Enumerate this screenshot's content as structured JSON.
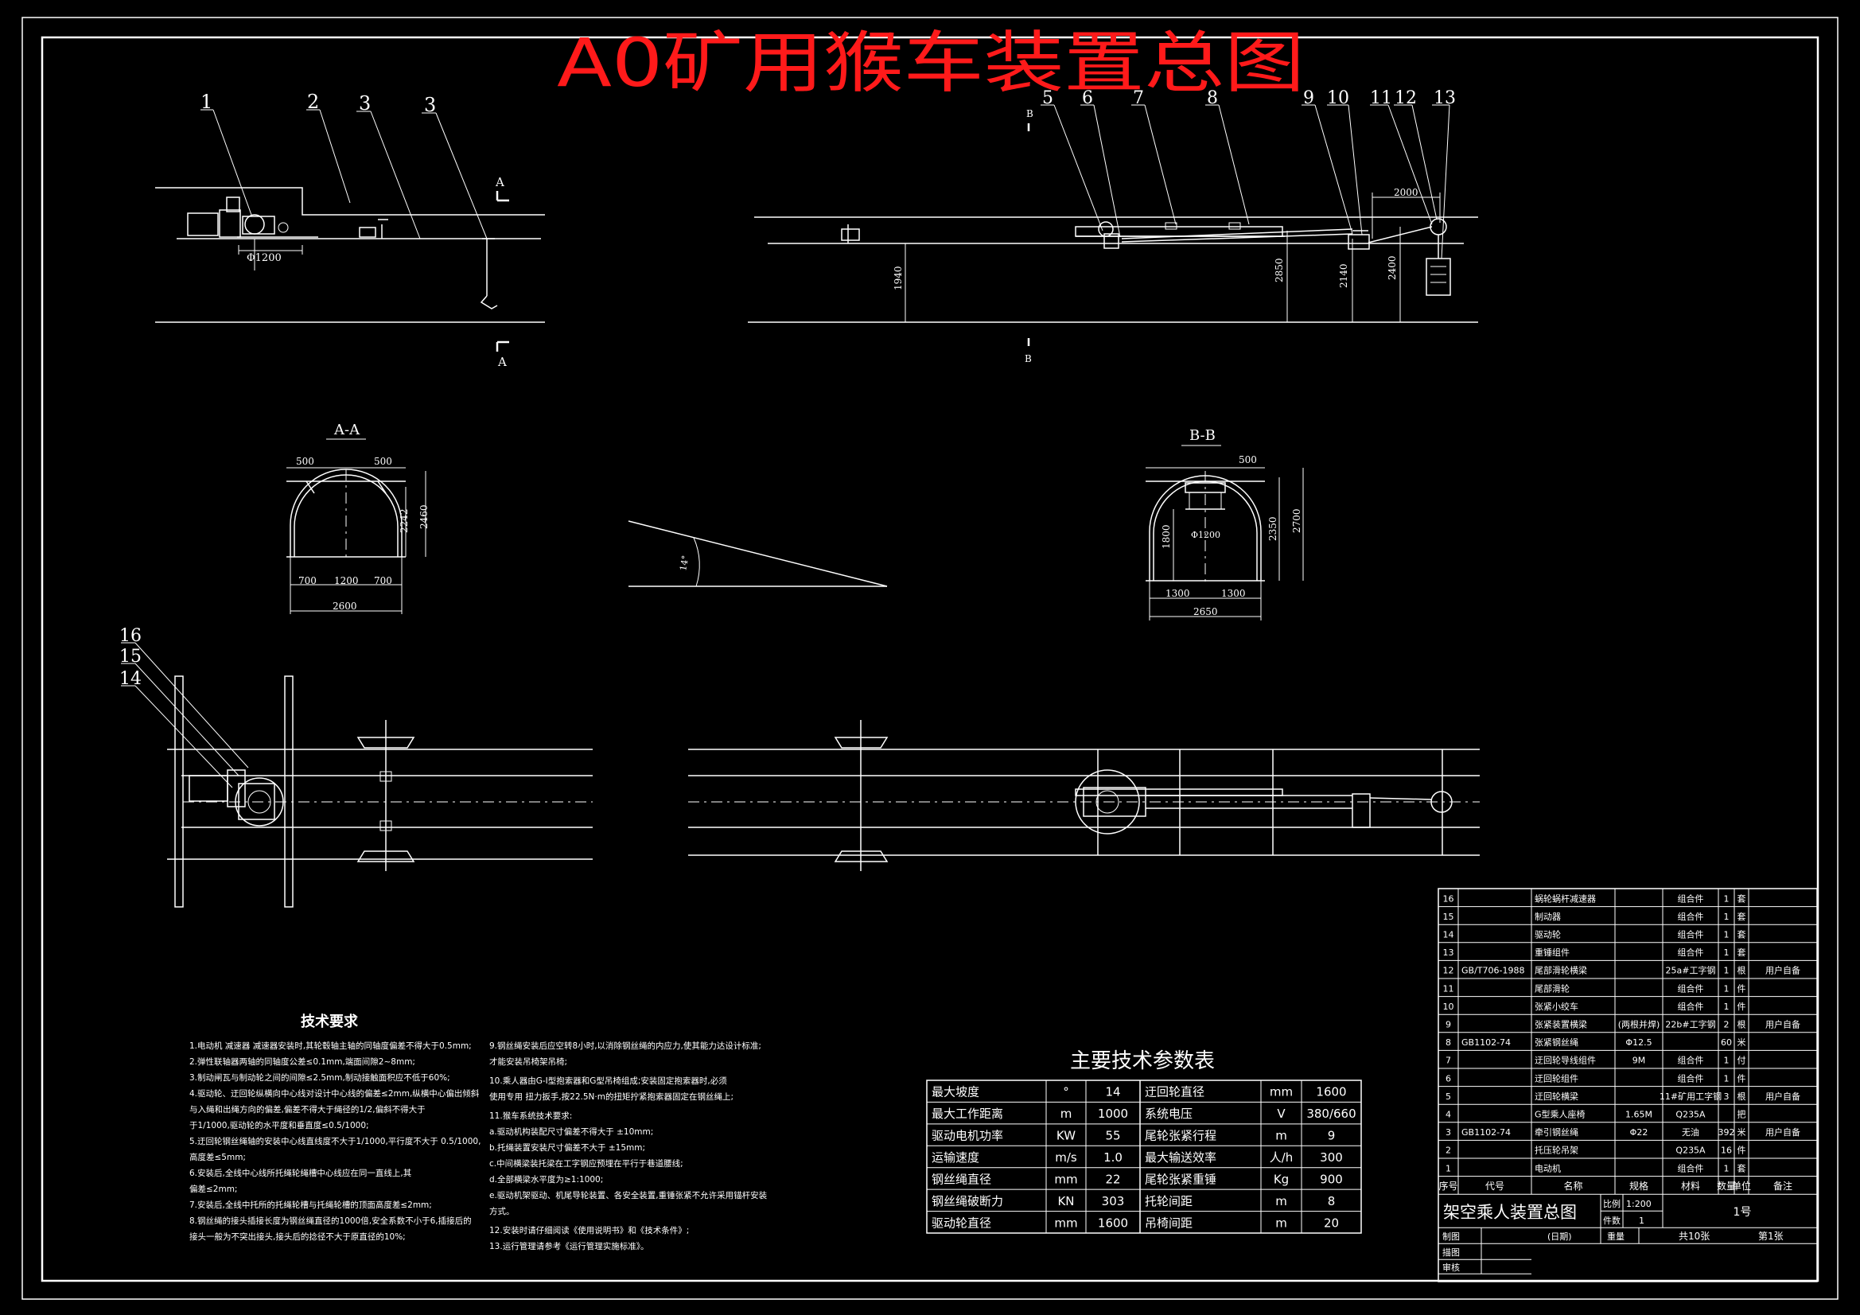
{
  "title": "A0矿用猴车装置总图",
  "part_labels": [
    "1",
    "2",
    "3",
    "3",
    "5",
    "6",
    "7",
    "8",
    "9",
    "10",
    "11",
    "12",
    "13",
    "14",
    "15",
    "16"
  ],
  "section_labels": {
    "a": "A",
    "b": "B",
    "aa": "A-A",
    "bb": "B-B"
  },
  "dimensions": {
    "d1200": "Φ1200",
    "d1940": "1940",
    "d2850": "2850",
    "d2140": "2140",
    "d2400": "2400",
    "d2000": "2000",
    "aa_500a": "500",
    "aa_500b": "500",
    "aa_2242": "2242",
    "aa_2460": "2460",
    "aa_700a": "700",
    "aa_1200": "1200",
    "aa_700b": "700",
    "aa_2600": "2600",
    "bb_500": "500",
    "bb_1800": "1800",
    "bb_d1200": "Φ1200",
    "bb_2350": "2350",
    "bb_2700": "2700",
    "bb_1300a": "1300",
    "bb_1300b": "1300",
    "bb_2650": "2650",
    "angle": "14°"
  },
  "tech_requirements": {
    "heading": "技术要求",
    "col1": [
      "1.电动机 减速器 减速器安装时,其轮毂轴主轴的同轴度偏差不得大于0.5mm;",
      "2.弹性联轴器两轴的同轴度公差≤0.1mm,端面间隙2~8mm;",
      "3.制动闸瓦与制动轮之间的间隙≤2.5mm,制动接触面积应不低于60%;",
      "4.驱动轮、迂回轮纵横向中心线对设计中心线的偏差≤2mm,纵横中心偏出倾斜",
      "  与入绳和出绳方向的偏差,偏差不得大于绳径的1/2,偏斜不得大于",
      "  于1/1000,驱动轮的水平度和垂直度≤0.5/1000;",
      "5.迂回轮钢丝绳轴的安装中心线直线度不大于1/1000,平行度不大于  0.5/1000,",
      "  高度差≤5mm;",
      "6.安装后,全线中心线所托绳轮绳槽中心线应在同一直线上,其",
      "  偏差≤2mm;",
      "7.安装后,全线中托所的托绳轮槽与托绳轮槽的顶面高度差≤2mm;",
      "8.钢丝绳的接头插接长度为钢丝绳直径的1000倍,安全系数不小于6,插接后的",
      "  接头一般为不突出接头,接头后的捻径不大于原直径的10%;"
    ],
    "col2": [
      "9.钢丝绳安装后应空转8小时,以消除钢丝绳的内应力,使其能力达设计标准;",
      "  才能安装吊椅架吊椅;",
      "10.乘人器由G-I型抱索器和G型吊椅组成;安装固定抱索器时,必须",
      "   使用专用 扭力扳手,按22.5N·m的扭矩拧紧抱索器固定在钢丝绳上;",
      "11.猴车系统技术要求:",
      "  a.驱动机构装配尺寸偏差不得大于 ±10mm;",
      "  b.托绳装置安装尺寸偏差不大于 ±15mm;",
      "  c.中间横梁装托梁在工字钢应预埋在平行于巷道腰线;",
      "  d.全部横梁水平度为≥1:1000;",
      "  e.驱动机架驱动、机尾导轮装置、各安全装置,重锤张紧不允许采用锚杆安装",
      "    方式。",
      "12.安装时请仔细阅读《使用说明书》和《技术条件》;",
      "13.运行管理请参考《运行管理实施标准》。"
    ]
  },
  "main_params": {
    "heading": "主要技术参数表",
    "rows": [
      [
        "最大坡度",
        "°",
        "14",
        "迂回轮直径",
        "mm",
        "1600"
      ],
      [
        "最大工作距离",
        "m",
        "1000",
        "系统电压",
        "V",
        "380/660"
      ],
      [
        "驱动电机功率",
        "KW",
        "55",
        "尾轮张紧行程",
        "m",
        "9"
      ],
      [
        "运输速度",
        "m/s",
        "1.0",
        "最大输送效率",
        "人/h",
        "300"
      ],
      [
        "钢丝绳直径",
        "mm",
        "22",
        "尾轮张紧重锤",
        "Kg",
        "900"
      ],
      [
        "钢丝绳破断力",
        "KN",
        "303",
        "托轮间距",
        "m",
        "8"
      ],
      [
        "驱动轮直径",
        "mm",
        "1600",
        "吊椅间距",
        "m",
        "20"
      ]
    ]
  },
  "parts_list": {
    "rows": [
      [
        "16",
        "",
        "蜗轮蜗杆减速器",
        "",
        "组合件",
        "1",
        "套",
        ""
      ],
      [
        "15",
        "",
        "制动器",
        "",
        "组合件",
        "1",
        "套",
        ""
      ],
      [
        "14",
        "",
        "驱动轮",
        "",
        "组合件",
        "1",
        "套",
        ""
      ],
      [
        "13",
        "",
        "重锤组件",
        "",
        "组合件",
        "1",
        "套",
        ""
      ],
      [
        "12",
        "GB/T706-1988",
        "尾部滑轮横梁",
        "",
        "25a#工字钢",
        "1",
        "根",
        "用户自备"
      ],
      [
        "11",
        "",
        "尾部滑轮",
        "",
        "组合件",
        "1",
        "件",
        ""
      ],
      [
        "10",
        "",
        "张紧小绞车",
        "",
        "组合件",
        "1",
        "件",
        ""
      ],
      [
        "9",
        "",
        "张紧装置横梁",
        "(两根并焊)",
        "22b#工字钢",
        "2",
        "根",
        "用户自备"
      ],
      [
        "8",
        "GB1102-74",
        "张紧钢丝绳",
        "Φ12.5",
        "",
        "60",
        "米",
        ""
      ],
      [
        "7",
        "",
        "迂回轮导线组件",
        "9M",
        "组合件",
        "1",
        "付",
        ""
      ],
      [
        "6",
        "",
        "迂回轮组件",
        "",
        "组合件",
        "1",
        "件",
        ""
      ],
      [
        "5",
        "",
        "迂回轮横梁",
        "",
        "11#矿用工字钢",
        "3",
        "根",
        "用户自备"
      ],
      [
        "4",
        "",
        "G型乘人座椅",
        "1.65M",
        "Q235A",
        "",
        "把",
        ""
      ],
      [
        "3",
        "GB1102-74",
        "牵引钢丝绳",
        "Φ22",
        "无油",
        "392",
        "米",
        "用户自备"
      ],
      [
        "2",
        "",
        "托压轮吊架",
        "",
        "Q235A",
        "16",
        "件",
        ""
      ],
      [
        "1",
        "",
        "电动机",
        "",
        "组合件",
        "1",
        "套",
        ""
      ]
    ],
    "header": [
      "序号",
      "代号",
      "名称",
      "规格",
      "材料",
      "数量",
      "单位",
      "备注"
    ],
    "block_title": "架空乘人装置总图",
    "scale_label": "比例",
    "scale_value": "1:200",
    "count_label": "件数",
    "count_value": "1",
    "drawing_no": "1号",
    "date_label": "(日期)",
    "weight_label": "重量",
    "sheets": "共10张",
    "sheet_no": "第1张",
    "drawn_by": "制图",
    "traced_by": "描图",
    "checked_by": "审核"
  }
}
